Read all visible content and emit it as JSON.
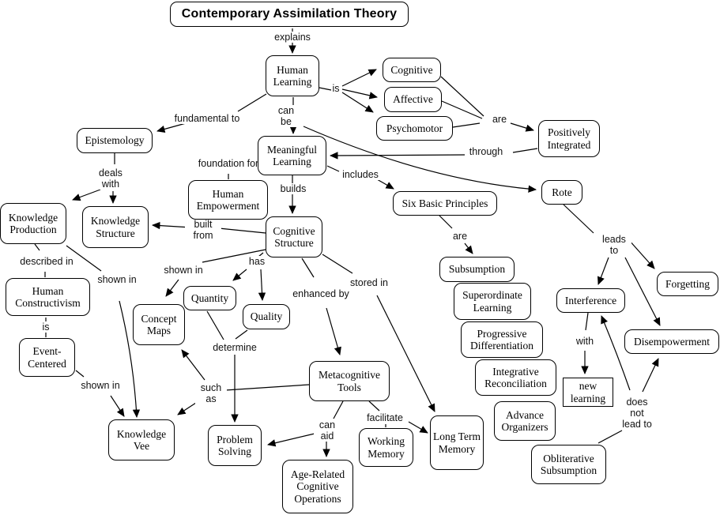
{
  "title": "Contemporary Assimilation Theory",
  "nodes": {
    "human_learning": "Human Learning",
    "cognitive": "Cognitive",
    "affective": "Affective",
    "psychomotor": "Psychomotor",
    "positively_integrated": "Positively Integrated",
    "rote": "Rote",
    "epistemology": "Epistemology",
    "meaningful_learning": "Meaningful Learning",
    "human_empowerment": "Human Empowerment",
    "six_basic_principles": "Six Basic Principles",
    "knowledge_production": "Knowledge Production",
    "knowledge_structure": "Knowledge Structure",
    "cognitive_structure": "Cognitive Structure",
    "subsumption": "Subsumption",
    "superordinate_learning": "Superordinate Learning",
    "progressive_differentiation": "Progressive Differentiation",
    "integrative_reconciliation": "Integrative Reconciliation",
    "advance_organizers": "Advance Organizers",
    "obliterative_subsumption": "Obliterative Subsumption",
    "interference": "Interference",
    "forgetting": "Forgetting",
    "disempowerment": "Disempowerment",
    "new_learning": "new learning",
    "human_constructivism": "Human Constructivism",
    "event_centered": "Event-Centered",
    "concept_maps": "Concept Maps",
    "quantity": "Quantity",
    "quality": "Quality",
    "knowledge_vee": "Knowledge Vee",
    "metacognitive_tools": "Metacognitive Tools",
    "problem_solving": "Problem Solving",
    "age_related_cognitive_operations": "Age-Related Cognitive Operations",
    "working_memory": "Working Memory",
    "long_term_memory": "Long Term Memory"
  },
  "links": {
    "explains": "explains",
    "is_domains": "is",
    "fundamental_to": "fundamental to",
    "can_be": "can be",
    "are_domains": "are",
    "through": "through",
    "includes": "includes",
    "foundation_for": "foundation for",
    "deals_with": "deals with",
    "builds": "builds",
    "built_from": "built from",
    "described_in": "described in",
    "is_constructivism": "is",
    "shown_in_production": "shown in",
    "shown_in_structure": "shown in",
    "shown_in_event": "shown in",
    "has": "has",
    "enhanced_by": "enhanced by",
    "stored_in": "stored in",
    "such_as": "such as",
    "determine": "determine",
    "can_aid": "can aid",
    "facilitate": "facilitate",
    "are_principles": "are",
    "leads_to": "leads to",
    "with": "with",
    "does_not_lead_to": "does not lead to"
  }
}
